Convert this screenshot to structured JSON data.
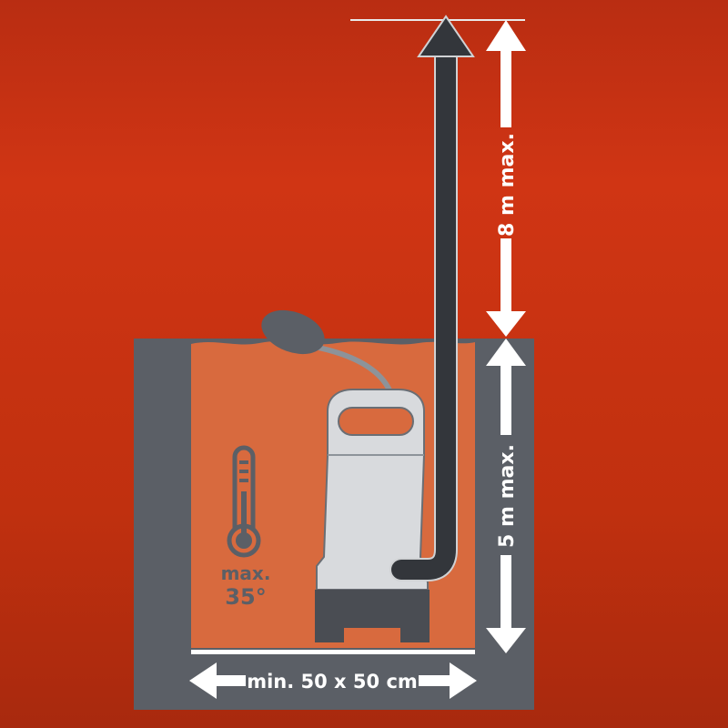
{
  "labels": {
    "discharge_height": "8 m max.",
    "submersion_depth": "5 m max.",
    "shaft_size": "min. 50 x 50 cm",
    "temp_max": "max.",
    "temp_value": "35°"
  },
  "icons": {
    "thermometer": "thermometer-icon",
    "float_switch": "float-switch-icon",
    "pump": "submersible-pump-icon"
  },
  "colors": {
    "background": "#cc3514",
    "background_dark": "#a52a10",
    "water": "#d86a3e",
    "shaft_wall": "#5b5f66",
    "pump_body": "#d8dadd",
    "pump_base": "#4a4d53",
    "hose": "#33363b",
    "arrow": "#ffffff",
    "text_dark": "#5b5f66"
  }
}
